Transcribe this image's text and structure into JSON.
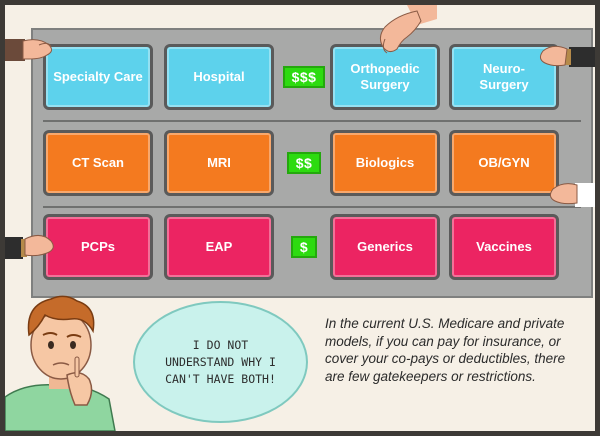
{
  "rows": [
    {
      "price": "$$$",
      "color": "#5dd2ec",
      "tiles": [
        "Specialty Care",
        "Hospital",
        "Orthopedic Surgery",
        "Neuro- Surgery"
      ]
    },
    {
      "price": "$$",
      "color": "#f47a1f",
      "tiles": [
        "CT Scan",
        "MRI",
        "Biologics",
        "OB/GYN"
      ]
    },
    {
      "price": "$",
      "color": "#ec2462",
      "tiles": [
        "PCPs",
        "EAP",
        "Generics",
        "Vaccines"
      ]
    }
  ],
  "speech_bubble": "I DO NOT\nUNDERSTAND WHY I\nCAN'T HAVE BOTH!",
  "caption": "In the current U.S. Medicare and private models, if you can pay for insurance, or cover your co-pays or deductibles, there are few gatekeepers or restrictions."
}
